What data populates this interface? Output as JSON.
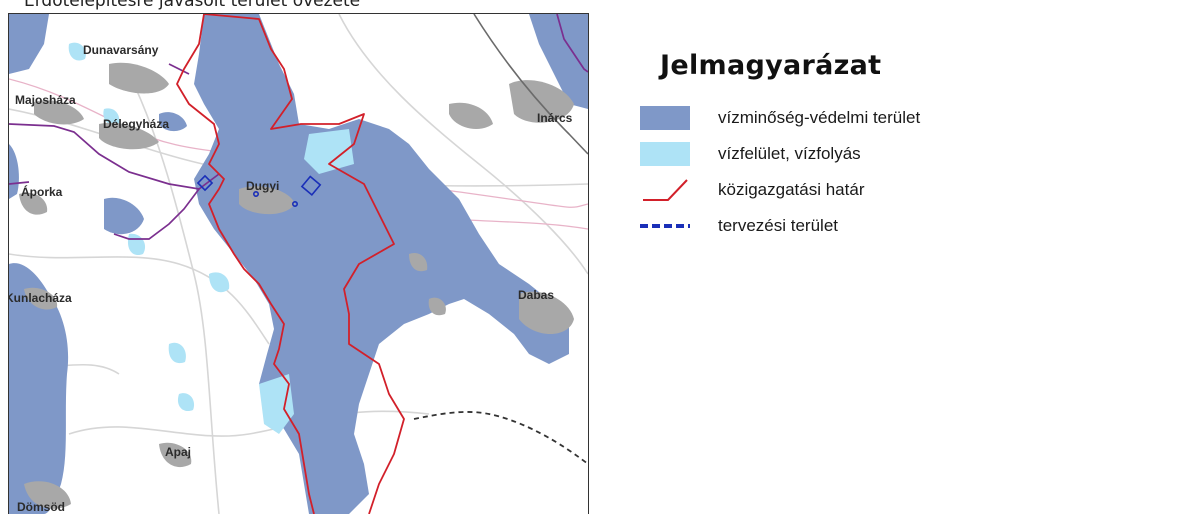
{
  "caption": "Erdőtelepítésre javasolt terület övezete",
  "map": {
    "places": [
      {
        "name": "Dunavarsány",
        "weight": "bold"
      },
      {
        "name": "Majosháza",
        "weight": "bold"
      },
      {
        "name": "Délegyháza",
        "weight": "bold"
      },
      {
        "name": "Inárcs",
        "weight": "bold"
      },
      {
        "name": "Áporka",
        "weight": "bold"
      },
      {
        "name": "Dugyi",
        "weight": "bold"
      },
      {
        "name": "Kunlacháza",
        "weight": "bold"
      },
      {
        "name": "Dabas",
        "weight": "bold"
      },
      {
        "name": "Apaj",
        "weight": "bold"
      },
      {
        "name": "Dömsöd",
        "weight": "bold"
      }
    ]
  },
  "legend": {
    "title": "Jelmagyarázat",
    "items": [
      {
        "label": "vízminőség-védelmi terület",
        "symbol": "fill",
        "color": "#7f98c8"
      },
      {
        "label": "vízfelület, vízfolyás",
        "symbol": "fill",
        "color": "#aee3f6"
      },
      {
        "label": "közigazgatási határ",
        "symbol": "line-red",
        "color": "#d2202a"
      },
      {
        "label": "tervezési terület",
        "symbol": "line-dashed",
        "color": "#1a2fb8"
      }
    ]
  },
  "colors": {
    "protection_area": "#7f98c8",
    "water": "#aee3f6",
    "admin_boundary": "#d2202a",
    "municipal_boundary": "#7b2f8f",
    "planning_area": "#1a2fb8",
    "settlement": "#a8a8a8"
  }
}
